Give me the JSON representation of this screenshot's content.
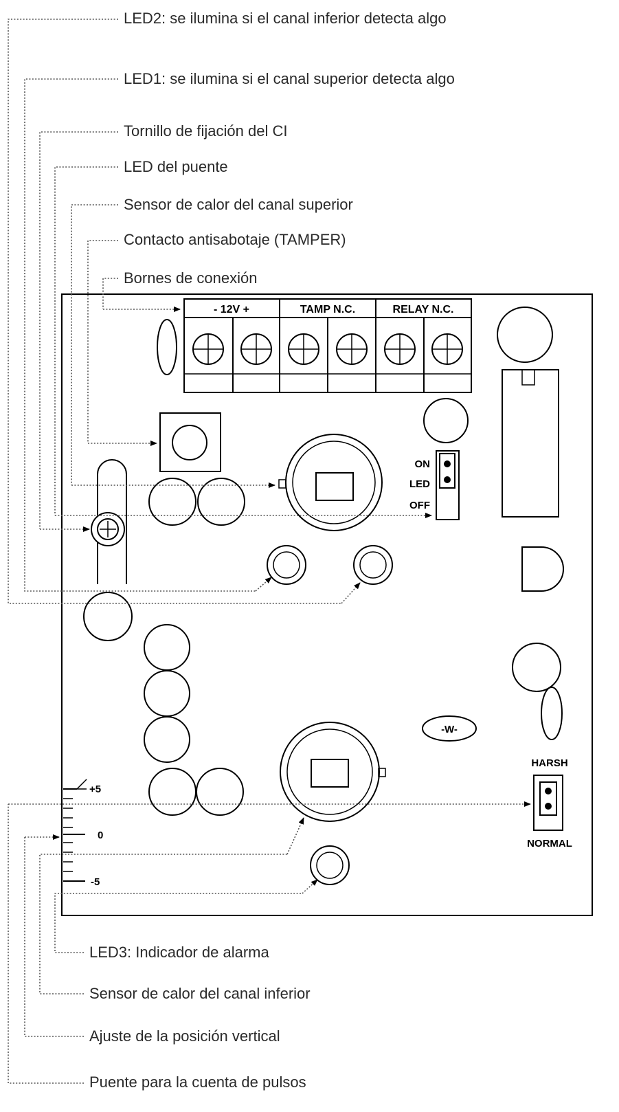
{
  "callouts": {
    "led2": "LED2: se ilumina si el canal inferior detecta algo",
    "led1": "LED1: se ilumina si el canal superior detecta algo",
    "tornillo": "Tornillo de fijación del CI",
    "led_puente": "LED del puente",
    "sensor_superior": "Sensor de calor del canal superior",
    "tamper": "Contacto antisabotaje (TAMPER)",
    "bornes": "Bornes de conexión",
    "led3": "LED3: Indicador de alarma",
    "sensor_inferior": "Sensor de calor del canal inferior",
    "ajuste_vertical": "Ajuste de la posición vertical",
    "puente_pulsos": "Puente para la cuenta de pulsos"
  },
  "terminals": {
    "power": "- 12V +",
    "tamp": "TAMP N.C.",
    "relay": "RELAY N.C."
  },
  "led_jumper": {
    "on": "ON",
    "led": "LED",
    "off": "OFF"
  },
  "pulse_jumper": {
    "harsh": "HARSH",
    "normal": "NORMAL"
  },
  "scale": {
    "plus": "+5",
    "zero": "0",
    "minus": "-5"
  },
  "resistor_symbol": "-W-"
}
